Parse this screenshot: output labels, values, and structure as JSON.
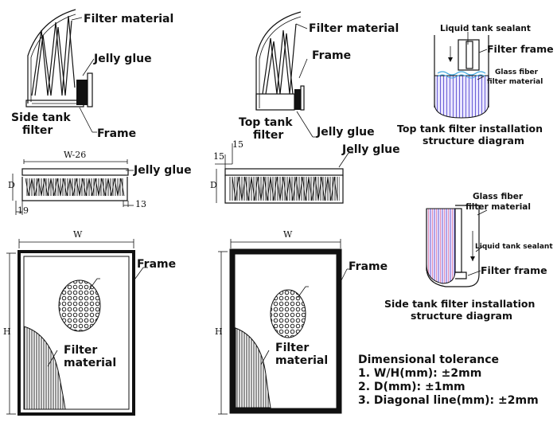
{
  "labels": {
    "filter_material_1": "Filter material",
    "jelly_glue_1": "Jelly glue",
    "side_tank_filter_1": "Side tank",
    "side_tank_filter_2": "filter",
    "frame_1": "Frame",
    "filter_material_2": "Filter material",
    "frame_2": "Frame",
    "top_tank_filter_1": "Top tank",
    "top_tank_filter_2": "filter",
    "jelly_glue_2": "Jelly glue",
    "liquid_tank_sealant_1": "Liquid tank sealant",
    "filter_frame_1": "Filter frame",
    "glass_fiber_1a": "Glass fiber",
    "glass_fiber_1b": "filter material",
    "top_caption_1": "Top tank filter installation",
    "top_caption_2": "structure diagram",
    "jelly_glue_3": "Jelly glue",
    "jelly_glue_4": "Jelly glue",
    "glass_fiber_2a": "Glass fiber",
    "glass_fiber_2b": "filter material",
    "liquid_tank_sealant_2": "Liquid tank sealant",
    "filter_frame_2": "Filter frame",
    "side_caption_1": "Side tank filter installation",
    "side_caption_2": "structure diagram",
    "frame_3": "Frame",
    "filter_material_3a": "Filter",
    "filter_material_3b": "material",
    "frame_4": "Frame",
    "filter_material_4a": "Filter",
    "filter_material_4b": "material"
  },
  "dimensions": {
    "w26": "W-26",
    "d1": "D",
    "d19": "19",
    "d13": "13",
    "d15a": "15",
    "d15b": "15",
    "d2": "D",
    "w1": "W",
    "h1": "H",
    "w2": "W",
    "h2": "H"
  },
  "tolerance": {
    "title": "Dimensional tolerance",
    "items": [
      "1. W/H(mm): ±2mm",
      "2. D(mm): ±1mm",
      "3. Diagonal line(mm): ±2mm"
    ]
  }
}
